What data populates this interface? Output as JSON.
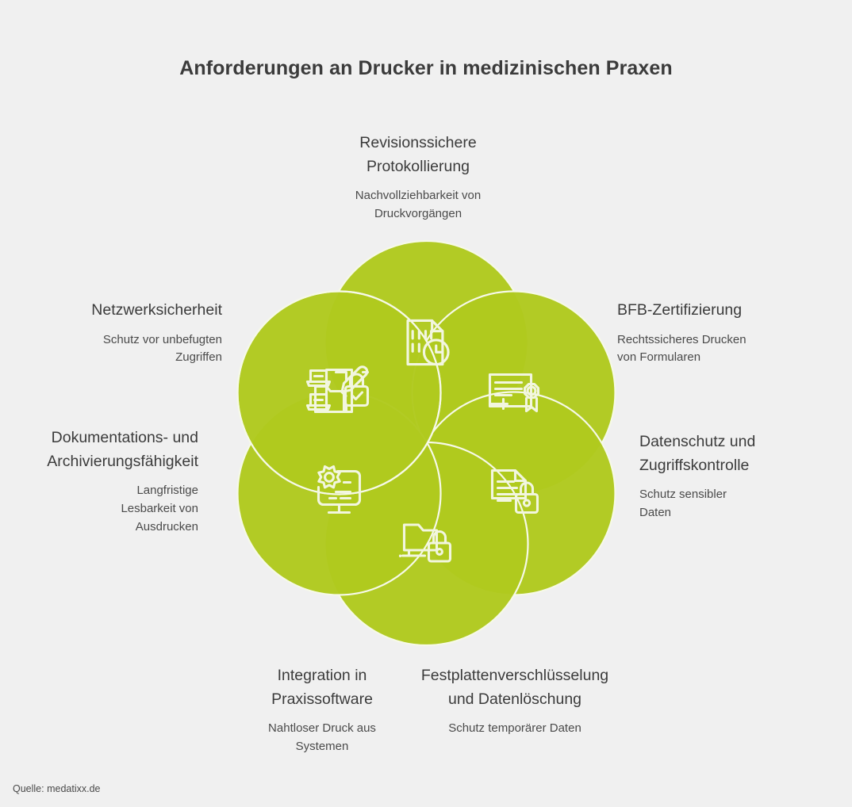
{
  "page": {
    "title": "Anforderungen an Drucker in medizinischen Praxen",
    "source": "Quelle: medatixx.de",
    "background_color": "#f0f0f0",
    "accent_color": "#afc91e",
    "text_color": "#3b3b3b"
  },
  "diagram": {
    "type": "overlapping-circles-rosette",
    "circle_count": 6,
    "fill_color": "#afc91e",
    "stroke_color": "#f4f7e0",
    "center_color": "#f7f7f7"
  },
  "segments": [
    {
      "id": "protokollierung",
      "position": "top",
      "title": "Revisionssichere\nProtokollierung",
      "subtitle": "Nachvollziehbarkeit von\nDruckvorgängen",
      "icon": "document-binary-clock-icon",
      "align": "center"
    },
    {
      "id": "bfb",
      "position": "top-right",
      "title": "BFB-Zertifizierung",
      "subtitle": "Rechtssicheres Drucken\nvon Formularen",
      "icon": "certificate-award-icon",
      "align": "left"
    },
    {
      "id": "datenschutz",
      "position": "bottom-right",
      "title": "Datenschutz und\nZugriffskontrolle",
      "subtitle": "Schutz sensibler\nDaten",
      "icon": "document-lock-icon",
      "align": "left"
    },
    {
      "id": "festplatte",
      "position": "bottom",
      "title": "Festplattenverschlüsselung\nund Datenlöschung",
      "subtitle": "Schutz temporärer Daten",
      "icon": "monitor-lock-icon",
      "align": "center"
    },
    {
      "id": "integration",
      "position": "bottom-left",
      "title": "Integration in\nPraxissoftware",
      "subtitle": "Nahtloser Druck aus\nSystemen",
      "icon": "monitor-gear-icon",
      "align": "center"
    },
    {
      "id": "dokumentation",
      "position": "left",
      "title": "Dokumentations- und\nArchivierungsfähigkeit",
      "subtitle": "Langfristige\nLesbarkeit von\nAusdrucken",
      "icon": "document-pencil-folder-icon",
      "align": "right"
    },
    {
      "id": "netzwerk",
      "position": "top-left",
      "title": "Netzwerksicherheit",
      "subtitle": "Schutz vor unbefugten\nZugriffen",
      "icon": "network-devices-lock-icon",
      "align": "right"
    }
  ]
}
